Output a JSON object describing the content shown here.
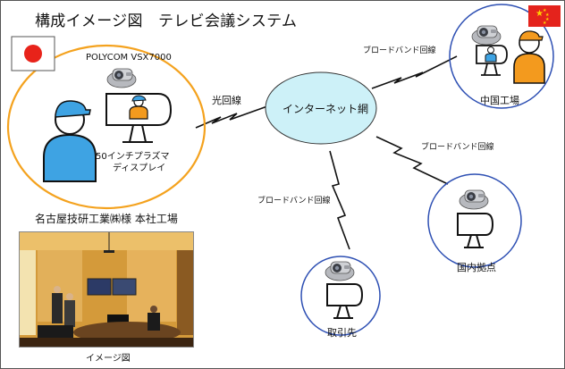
{
  "title": "構成イメージ図　テレビ会議システム",
  "nodes": {
    "hq": {
      "label": "名古屋技研工業㈱様 本社工場",
      "device_label": "POLYCOM VSX7000",
      "display_label_line1": "50インチプラズマ",
      "display_label_line2": "ディスプレイ",
      "flag": "japan-flag"
    },
    "china": {
      "label": "中国工場",
      "flag": "china-flag"
    },
    "domestic": {
      "label": "国内拠点"
    },
    "client": {
      "label": "取引先"
    },
    "internet": {
      "label": "インターネット網"
    }
  },
  "links": {
    "hq": "光回線",
    "china": "ブロードバンド回線",
    "domestic": "ブロードバンド回線",
    "client": "ブロードバンド回線"
  },
  "photo_caption": "イメージ図",
  "colors": {
    "hq_circle": "#f4a21e",
    "site_circle": "#2d4fb3",
    "cloud_fill": "#cdf1f8",
    "cloud_stroke": "#333333",
    "person_blue": "#3ea3e3",
    "person_orange": "#f39a1e",
    "japan_red": "#e8231a",
    "china_red": "#e4231c",
    "china_star": "#ffd400"
  }
}
